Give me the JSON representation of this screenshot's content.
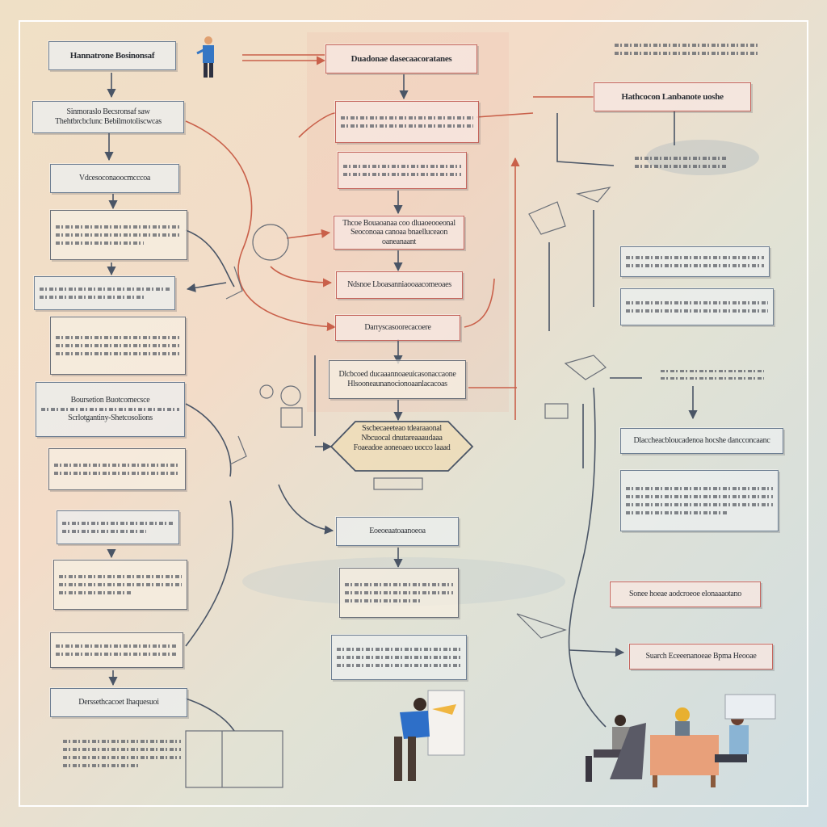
{
  "nodes": {
    "n1": {
      "lines": [
        "Hannatrone Bosinonsaf"
      ]
    },
    "n2": {
      "lines": [
        "Sinmoraslo Becsronsaf saw",
        "Thehtbrcbclunc Bebilmotoliscwcas"
      ]
    },
    "n3": {
      "lines": [
        "Vdcesoconaoocmcccoa"
      ]
    },
    "n7": {
      "lines": [
        "Boursetion Buotcomecsce",
        "Scrlotgantiny-Shetcosolions"
      ]
    },
    "n13": {
      "lines": [
        "Derssethcacoet Ihaquesuoi"
      ]
    },
    "c1": {
      "lines": [
        "Duadonae dasecaacoratanes"
      ]
    },
    "c4": {
      "lines": [
        "Thcoe Bouaoanaa coo dluaoeooeonal",
        "Seoconoaa canoaa bnaelluceaon",
        "oaneanaant"
      ]
    },
    "c5": {
      "lines": [
        "Ndsnoe Lboasanniaooaacomeoaes"
      ]
    },
    "c6": {
      "lines": [
        "Darryscasoorecacoere"
      ]
    },
    "c7": {
      "lines": [
        "Dlcbcoed ducaaannoaeuicasonaccaone",
        "Hlsooneaunanocionoaanlacacoas"
      ]
    },
    "diamond": {
      "lines": [
        "Sscbecaeeteao tdearaaonal",
        "Nbcuocal dnutareaaaudaaa",
        "Foaeadoe aoneoaeo uocco laaad"
      ]
    },
    "c9": {
      "lines": [
        "Eoeoeaatoaanoeoa"
      ]
    },
    "r1": {
      "lines": [
        "Hathcocon Lanbanote uoshe"
      ]
    },
    "r4": {
      "lines": [
        "Dlaccheacbloucadenoa hocshe dancconcaanc"
      ]
    },
    "r6": {
      "lines": [
        "Sonee hoeae aodcroeoe elonaaaotano"
      ]
    },
    "r7": {
      "lines": [
        "Suarch Eceeenanoeae Bpma Heooae"
      ]
    }
  }
}
